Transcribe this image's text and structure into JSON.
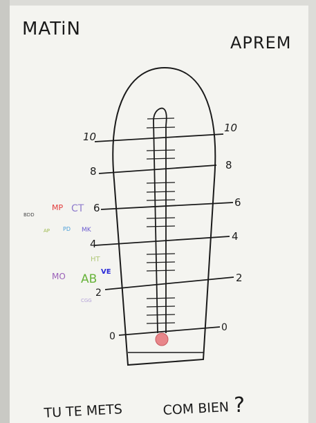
{
  "header": {
    "left": "MATiN",
    "right": "APREM"
  },
  "scale": {
    "left": {
      "v10": "10",
      "v8": "8",
      "v6": "6",
      "v4": "4",
      "v2": "2",
      "v0": "0"
    },
    "right": {
      "v10": "10",
      "v8": "8",
      "v6": "6",
      "v4": "4",
      "v2": "2",
      "v0": "0"
    }
  },
  "votes": {
    "bdd": "BDD",
    "mp": "MP",
    "ct": "CT",
    "ap": "AP",
    "pd": "PD",
    "mk": "MK",
    "ht": "HT",
    "mo": "MO",
    "ab": "AB",
    "ve": "VE",
    "cgg": "CGG"
  },
  "footer": {
    "question": "TU TE METS",
    "question2": "COM BIEN",
    "qmark": "?"
  },
  "colors": {
    "ink": "#1a1a1a",
    "paper": "#f4f4f0",
    "bulb": "#e8868a",
    "mp": "#e23b3b",
    "ct": "#8f7ccc",
    "ap": "#9ab84a",
    "pd": "#4a9ed8",
    "mk": "#6b5bd0",
    "ht": "#b0c878",
    "mo": "#9a5fb8",
    "ab": "#67b33a",
    "ve": "#2a2ad8",
    "cgg": "#b4a2d8"
  }
}
